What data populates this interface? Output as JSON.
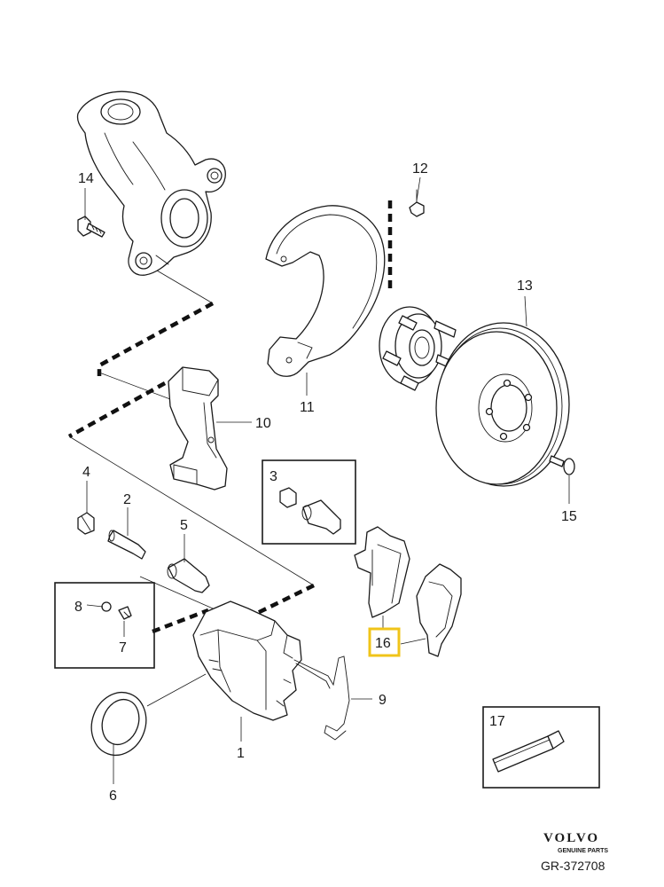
{
  "callouts": {
    "c1": "1",
    "c2": "2",
    "c3": "3",
    "c4": "4",
    "c5": "5",
    "c6": "6",
    "c7": "7",
    "c8": "8",
    "c9": "9",
    "c10": "10",
    "c11": "11",
    "c12": "12",
    "c13": "13",
    "c14": "14",
    "c15": "15",
    "c16": "16",
    "c17": "17"
  },
  "highlight_color": "#f0c419",
  "brand": {
    "name": "VOLVO",
    "tagline": "GENUINE PARTS"
  },
  "drawing_code": "GR-372708"
}
